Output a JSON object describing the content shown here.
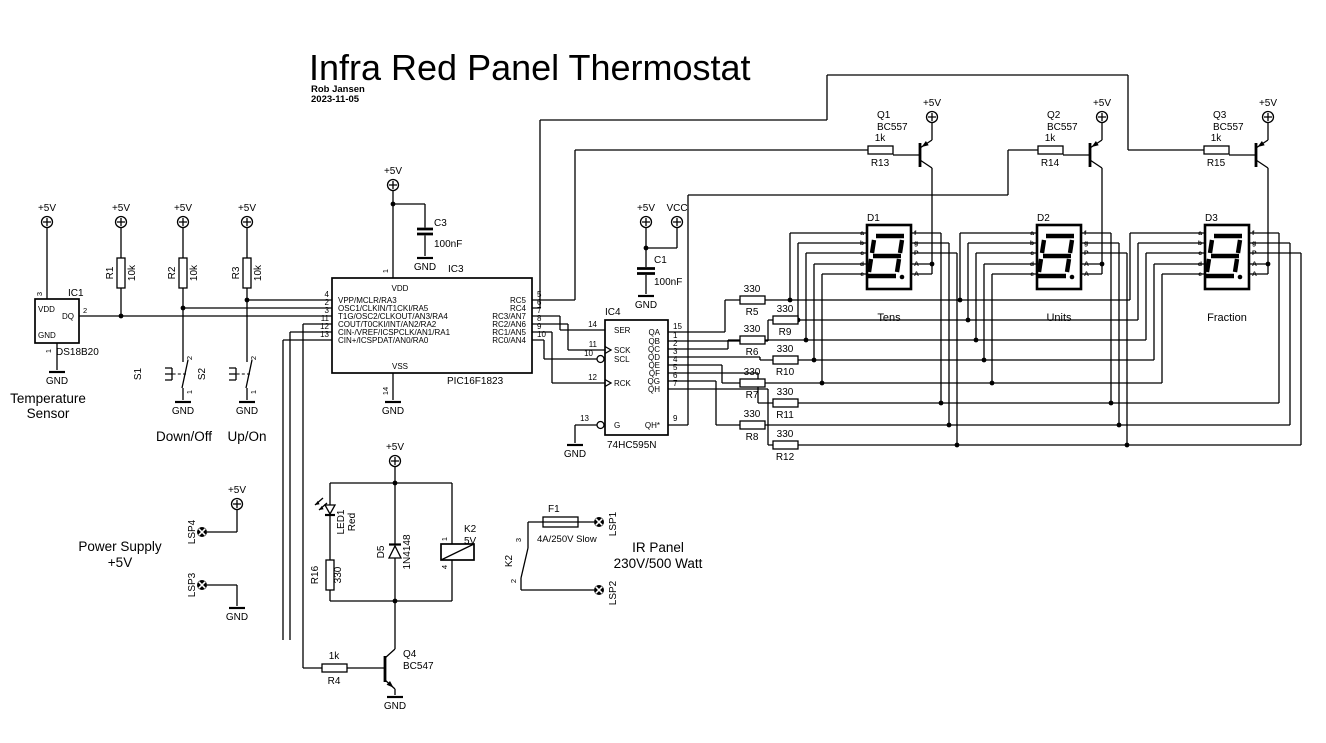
{
  "meta": {
    "title": "Infra Red Panel Thermostat",
    "author": "Rob Jansen",
    "date": "2023-11-05"
  },
  "nets": {
    "vcc": "+5V",
    "vcc_named": "VCC",
    "gnd": "GND"
  },
  "sensor": {
    "ref": "IC1",
    "part": "DS18B20",
    "pin_vdd": "VDD",
    "pin_dq": "DQ",
    "pin_gnd": "GND",
    "num_vdd": "3",
    "num_dq": "2",
    "num_gnd": "1",
    "caption_line1": "Temperature",
    "caption_line2": "Sensor"
  },
  "pullups": {
    "r1": {
      "ref": "R1",
      "value": "10k"
    },
    "r2": {
      "ref": "R2",
      "value": "10k"
    },
    "r3": {
      "ref": "R3",
      "value": "10k"
    }
  },
  "buttons": {
    "s1": {
      "ref": "S1",
      "pin_top": "2",
      "pin_bottom": "1",
      "caption": "Down/Off"
    },
    "s2": {
      "ref": "S2",
      "pin_top": "2",
      "pin_bottom": "1",
      "caption": "Up/On"
    }
  },
  "mcu": {
    "ref": "IC3",
    "part": "PIC16F1823",
    "pin_vdd": "VDD",
    "pin_vss": "VSS",
    "num_vdd": "1",
    "num_vss": "14",
    "left_pins": [
      {
        "num": "4",
        "name": "VPP/MCLR/RA3"
      },
      {
        "num": "2",
        "name": "OSC1/CLKIN/T1CKI/RA5"
      },
      {
        "num": "3",
        "name": "T1G/OSC2/CLKOUT/AN3/RA4"
      },
      {
        "num": "11",
        "name": "COUT/T0CKI/INT/AN2/RA2"
      },
      {
        "num": "12",
        "name": "CIN-/VREF/ICSPCLK/AN1/RA1"
      },
      {
        "num": "13",
        "name": "CIN+/ICSPDAT/AN0/RA0"
      }
    ],
    "right_pins": [
      {
        "num": "5",
        "name": "RC5"
      },
      {
        "num": "6",
        "name": "RC4"
      },
      {
        "num": "7",
        "name": "RC3/AN7"
      },
      {
        "num": "8",
        "name": "RC2/AN6"
      },
      {
        "num": "9",
        "name": "RC1/AN5"
      },
      {
        "num": "10",
        "name": "RC0/AN4"
      }
    ]
  },
  "c3": {
    "ref": "C3",
    "value": "100nF"
  },
  "c1": {
    "ref": "C1",
    "value": "100nF"
  },
  "shift_register": {
    "ref": "IC4",
    "part": "74HC595N",
    "left_pins": [
      {
        "num": "14",
        "name": "SER"
      },
      {
        "num": "11",
        "name": "SCK"
      },
      {
        "num": "10",
        "name": "SCL"
      },
      {
        "num": "12",
        "name": "RCK"
      },
      {
        "num": "13",
        "name": "G"
      }
    ],
    "right_pins": [
      {
        "num": "15",
        "name": "QA"
      },
      {
        "num": "1",
        "name": "QB"
      },
      {
        "num": "2",
        "name": "QC"
      },
      {
        "num": "3",
        "name": "QD"
      },
      {
        "num": "4",
        "name": "QE"
      },
      {
        "num": "5",
        "name": "QF"
      },
      {
        "num": "6",
        "name": "QG"
      },
      {
        "num": "7",
        "name": "QH"
      },
      {
        "num": "9",
        "name": "QH*"
      }
    ]
  },
  "segment_resistors": {
    "r5": {
      "ref": "R5",
      "value": "330"
    },
    "r6": {
      "ref": "R6",
      "value": "330"
    },
    "r7": {
      "ref": "R7",
      "value": "330"
    },
    "r8": {
      "ref": "R8",
      "value": "330"
    },
    "r9": {
      "ref": "R9",
      "value": "330"
    },
    "r10": {
      "ref": "R10",
      "value": "330"
    },
    "r11": {
      "ref": "R11",
      "value": "330"
    },
    "r12": {
      "ref": "R12",
      "value": "330"
    }
  },
  "displays": {
    "pins_left": [
      "a",
      "b",
      "c",
      "d",
      "e"
    ],
    "pins_right": [
      "f",
      "g",
      "P",
      "A",
      "A"
    ],
    "d1": {
      "ref": "D1",
      "caption": "Tens"
    },
    "d2": {
      "ref": "D2",
      "caption": "Units"
    },
    "d3": {
      "ref": "D3",
      "caption": "Fraction"
    }
  },
  "digit_drivers": {
    "q1": {
      "ref": "Q1",
      "part": "BC557"
    },
    "q2": {
      "ref": "Q2",
      "part": "BC557"
    },
    "q3": {
      "ref": "Q3",
      "part": "BC557"
    },
    "r13": {
      "ref": "R13",
      "value": "1k"
    },
    "r14": {
      "ref": "R14",
      "value": "1k"
    },
    "r15": {
      "ref": "R15",
      "value": "1k"
    }
  },
  "relay_driver": {
    "q4": {
      "ref": "Q4",
      "part": "BC547"
    },
    "r4": {
      "ref": "R4",
      "value": "1k"
    },
    "led": {
      "ref": "LED1",
      "value": "Red"
    },
    "r16": {
      "ref": "R16",
      "value": "330"
    },
    "d5": {
      "ref": "D5",
      "part": "1N4148"
    },
    "relay_coil": {
      "ref": "K2",
      "value": "5V",
      "pin_top": "1",
      "pin_bottom": "4"
    }
  },
  "output": {
    "fuse": {
      "ref": "F1",
      "value": "4A/250V Slow"
    },
    "relay_contact": {
      "ref": "K2",
      "pin_top": "3",
      "pin_bottom": "2"
    },
    "lsp1": "LSP1",
    "lsp2": "LSP2",
    "caption_line1": "IR Panel",
    "caption_line2": "230V/500 Watt"
  },
  "power": {
    "lsp3": "LSP3",
    "lsp4": "LSP4",
    "caption_line1": "Power Supply",
    "caption_line2": "+5V"
  }
}
